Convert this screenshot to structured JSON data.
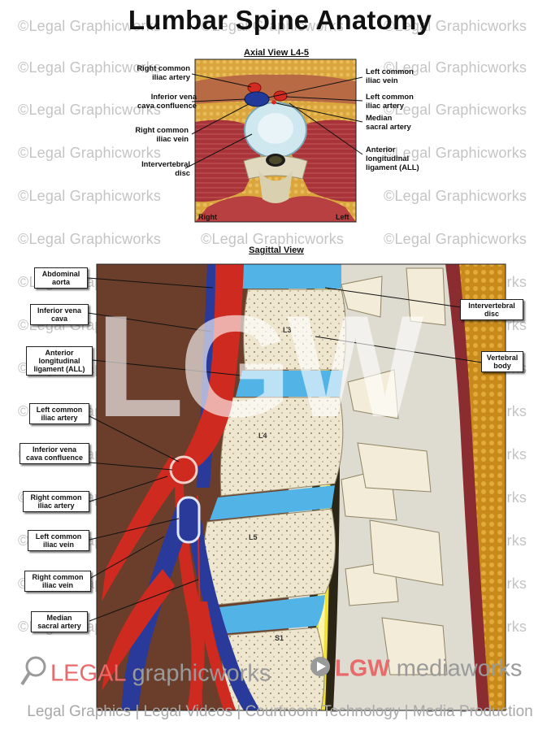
{
  "title": "Lumbar Spine Anatomy",
  "axial": {
    "heading": "Axial View L4-5",
    "left_labels": [
      "Right common\niliac artery",
      "Inferior vena\ncava confluence",
      "Right common\niliac vein",
      "Intervertebral\ndisc"
    ],
    "right_labels": [
      "Left common\niliac vein",
      "Left common\niliac artery",
      "Median\nsacral artery",
      "Anterior\nlongitudinal\nligament (ALL)"
    ],
    "side_right": "Right",
    "side_left": "Left"
  },
  "sagittal": {
    "heading": "Sagittal View",
    "left_labels": [
      "Abdominal\naorta",
      "Inferior vena\ncava",
      "Anterior\nlongitudinal\nligament (ALL)",
      "Left common\niliac artery",
      "Inferior vena\ncava confluence",
      "Right common\niliac artery",
      "Left common\niliac vein",
      "Right common\niliac vein",
      "Median\nsacral artery"
    ],
    "right_labels": [
      "Intervertebral\ndisc",
      "Vertebral\nbody"
    ],
    "vertebrae": [
      "L3",
      "L4",
      "L5",
      "S1"
    ]
  },
  "watermark": {
    "text": "©Legal Graphicworks",
    "big_logo": "LGW"
  },
  "footer": {
    "brand1_a": "LEGAL",
    "brand1_b": " graphicworks",
    "brand2_a": "LGW",
    "brand2_b": " mediaworks",
    "tagline": "Legal Graphics | Legal Videos | Courtroom Technology | Media Production"
  },
  "colors": {
    "artery": "#d42a22",
    "vein": "#2c4aa8",
    "disc": "#52b4e6",
    "bone": "#efe8d2",
    "muscle": "#a8343a",
    "fat": "#d8a23a",
    "logo_red": "#e86a6a",
    "logo_grey": "#9a9a9a"
  }
}
